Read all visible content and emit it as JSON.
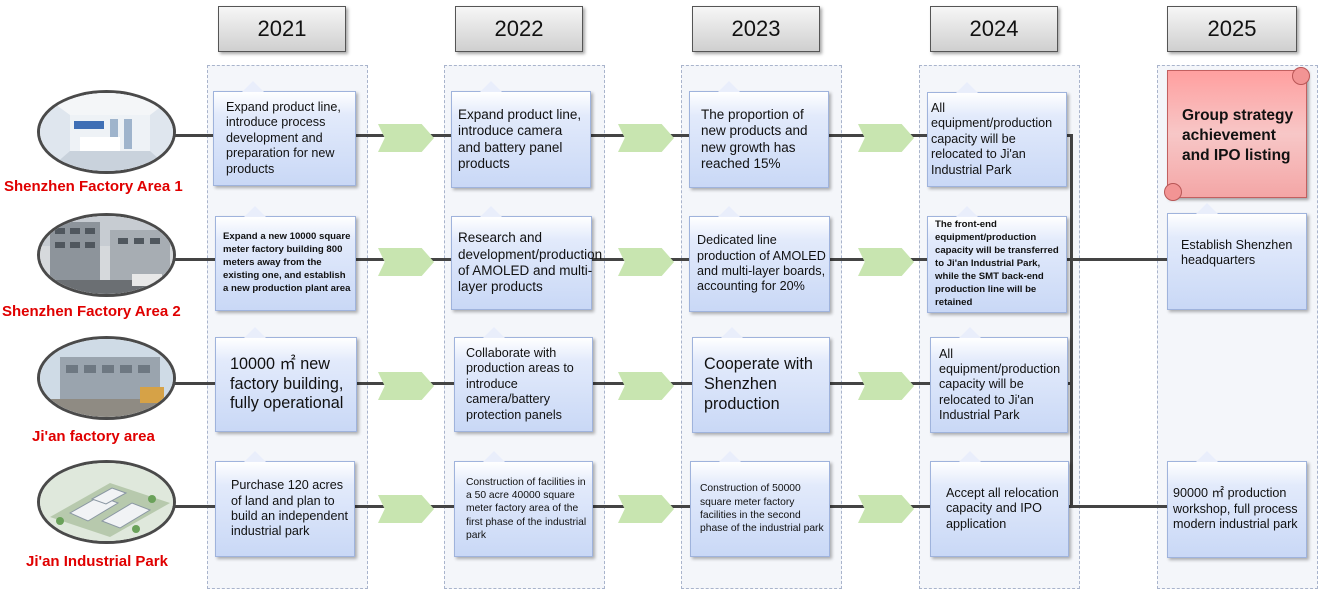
{
  "years": [
    "2021",
    "2022",
    "2023",
    "2024",
    "2025"
  ],
  "sites": [
    {
      "label": "Shenzhen Factory Area 1",
      "image_icon": "office-interior-photo"
    },
    {
      "label": "Shenzhen Factory Area 2",
      "image_icon": "factory-building-photo"
    },
    {
      "label": "Ji'an factory area",
      "image_icon": "warehouse-photo"
    },
    {
      "label": "Ji'an Industrial Park",
      "image_icon": "industrial-park-rendering"
    }
  ],
  "rows": [
    {
      "y2021": "Expand product line, introduce process development and preparation for new products",
      "y2022": "Expand product line, introduce camera and battery panel products",
      "y2023": "The proportion of new products and new growth has reached 15%",
      "y2024": "All equipment/production capacity will be relocated to Ji'an Industrial Park",
      "y2025": "Group strategy achievement and IPO listing"
    },
    {
      "y2021": "Expand a new 10000 square meter factory building 800 meters away from the existing one, and establish a new production plant area",
      "y2022": "Research and development/production of AMOLED and multi-layer products",
      "y2023": "Dedicated line production of AMOLED and multi-layer boards, accounting for 20%",
      "y2024": "The front-end equipment/production capacity will be transferred to Ji'an Industrial Park, while the SMT back-end production line will be retained",
      "y2025": "Establish Shenzhen headquarters"
    },
    {
      "y2021": "10000 ㎡ new factory building, fully operational",
      "y2022": "Collaborate with production areas to introduce camera/battery protection panels",
      "y2023": "Cooperate with Shenzhen production",
      "y2024": "All equipment/production capacity will be relocated to Ji'an Industrial Park"
    },
    {
      "y2021": "Purchase 120 acres of land and plan to build an independent industrial park",
      "y2022": "Construction of facilities in a 50 acre 40000 square meter factory area of the first phase of the industrial park",
      "y2023": "Construction of 50000 square meter factory facilities in the second phase of the industrial park",
      "y2024": "Accept all relocation capacity and IPO application",
      "y2025": "90000 ㎡ production workshop, full process modern industrial park"
    }
  ],
  "colors": {
    "site_label": "#e00000",
    "arrow": "#c8e5b0",
    "box_fill": "#c9d8f6",
    "scroll_fill": "#f7c7c7"
  }
}
